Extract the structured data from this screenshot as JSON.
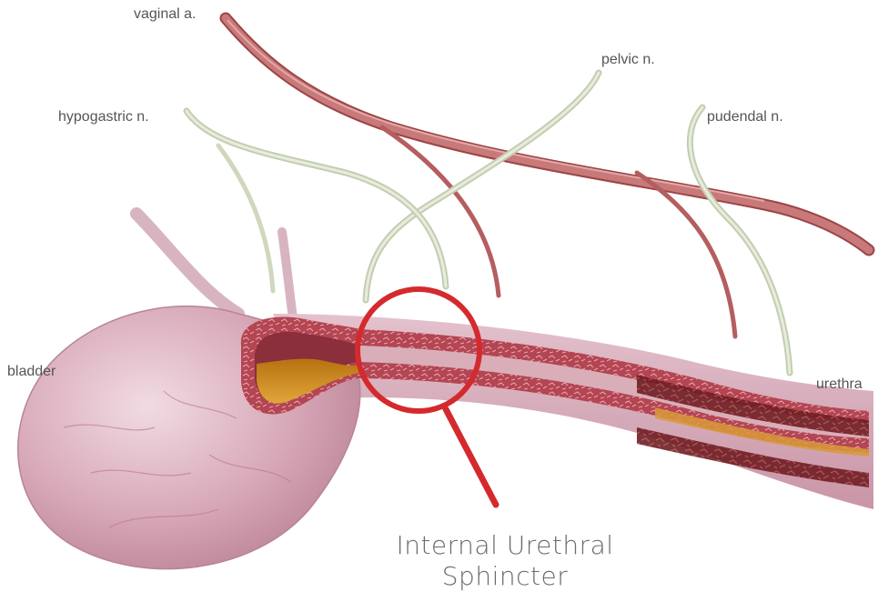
{
  "labels": {
    "vaginal_artery": "vaginal a.",
    "pelvic_nerve": "pelvic n.",
    "hypogastric_nerve": "hypogastric n.",
    "pudendal_nerve": "pudendal n.",
    "bladder": "bladder",
    "urethra": "urethra"
  },
  "callout": {
    "line1": "Internal Urethral",
    "line2": "Sphincter"
  },
  "colors": {
    "callout_ring": "#d42a2e",
    "artery": "#b85a5c",
    "nerve": "#d4dcc2",
    "bladder": "#d4a3b3",
    "muscle": "#b94a55",
    "urine": "#c98a1c"
  }
}
